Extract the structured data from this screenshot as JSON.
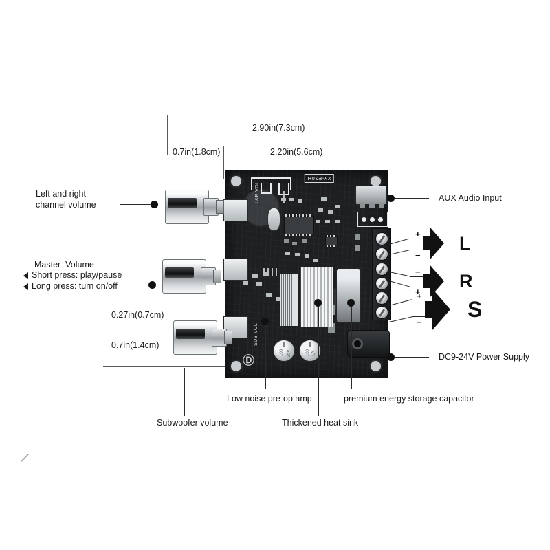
{
  "product": {
    "silkscreen_model": "XY-E30H",
    "silkscreen_lr_vol": "L&R VOL",
    "silkscreen_sub_vol": "SUB VOL",
    "capacitor_marking_value": "100",
    "capacitor_marking_voltage": "25V",
    "capacitor_marking_series": "LA"
  },
  "dimensions": {
    "overall_width": "2.90in(7.3cm)",
    "knob_offset_width": "0.7in(1.8cm)",
    "board_width": "2.20in(5.6cm)",
    "spacing_height": "0.27in(0.7cm)",
    "knob_height": "0.7in(1.4cm)"
  },
  "callouts": {
    "left_right_channel_volume": "Left and right\nchannel volume",
    "master_volume_title": "Master  Volume",
    "master_volume_short_press": "Short press: play/pause",
    "master_volume_long_press": "Long press: turn on/off",
    "subwoofer_volume": "Subwoofer volume",
    "low_noise_preop_amp": "Low noise pre-op amp",
    "thickened_heat_sink": "Thickened heat sink",
    "premium_capacitor": "premium energy storage capacitor",
    "aux_audio_input": "AUX Audio Input",
    "power_supply": "DC9-24V Power Supply"
  },
  "speakers": [
    {
      "id": "left",
      "letter": "L",
      "top_polarity": "+",
      "bottom_polarity": "−"
    },
    {
      "id": "right",
      "letter": "R",
      "top_polarity": "−",
      "bottom_polarity": "+"
    },
    {
      "id": "subwoofer",
      "letter": "S",
      "top_polarity": "+",
      "bottom_polarity": "−"
    }
  ],
  "colors": {
    "pcb": "#1d1f21",
    "line": "#5a5a5a",
    "text": "#1b1b1b",
    "metal": "#c9cdd0",
    "background": "#ffffff"
  }
}
